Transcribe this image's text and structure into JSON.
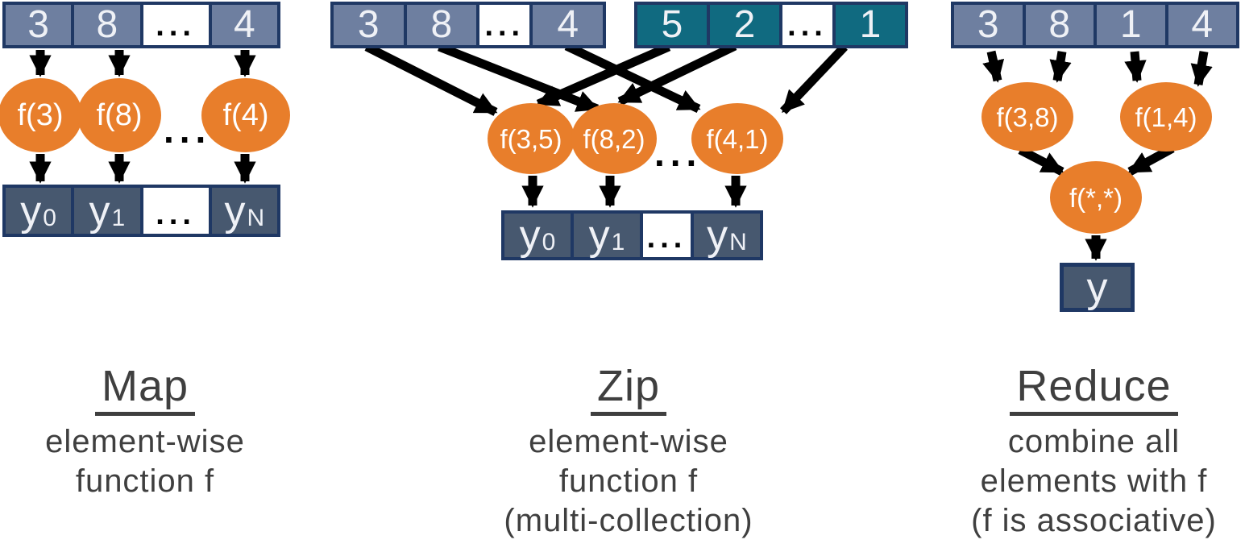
{
  "colors": {
    "cell_blue": "#6E7FA0",
    "cell_teal": "#106A80",
    "cell_slate": "#47586F",
    "border_navy": "#1F3864",
    "node_orange": "#E87E2B",
    "arrow_black": "#000000",
    "label_gray": "#3F3F3F",
    "background": "#FFFFFF"
  },
  "sections": {
    "map": {
      "title": "Map",
      "description": [
        "element-wise",
        "function f"
      ],
      "input_cells": [
        "3",
        "8",
        "...",
        "4"
      ],
      "nodes": [
        "f(3)",
        "f(8)",
        "f(4)"
      ],
      "ellipsis": "...",
      "output_cells": [
        {
          "base": "y",
          "sub": "0"
        },
        {
          "base": "y",
          "sub": "1"
        },
        {
          "base": "...",
          "sub": ""
        },
        {
          "base": "y",
          "sub": "N"
        }
      ]
    },
    "zip": {
      "title": "Zip",
      "description": [
        "element-wise",
        "function f",
        "(multi-collection)"
      ],
      "input_a_cells": [
        "3",
        "8",
        "...",
        "4"
      ],
      "input_b_cells": [
        "5",
        "2",
        "...",
        "1"
      ],
      "nodes": [
        "f(3,5)",
        "f(8,2)",
        "f(4,1)"
      ],
      "ellipsis": "...",
      "output_cells": [
        {
          "base": "y",
          "sub": "0"
        },
        {
          "base": "y",
          "sub": "1"
        },
        {
          "base": "...",
          "sub": ""
        },
        {
          "base": "y",
          "sub": "N"
        }
      ]
    },
    "reduce": {
      "title": "Reduce",
      "description": [
        "combine all",
        "elements with f",
        "(f is associative)"
      ],
      "input_cells": [
        "3",
        "8",
        "1",
        "4"
      ],
      "nodes_level1": [
        "f(3,8)",
        "f(1,4)"
      ],
      "node_root": "f(*,*)",
      "output_label": "y"
    }
  }
}
